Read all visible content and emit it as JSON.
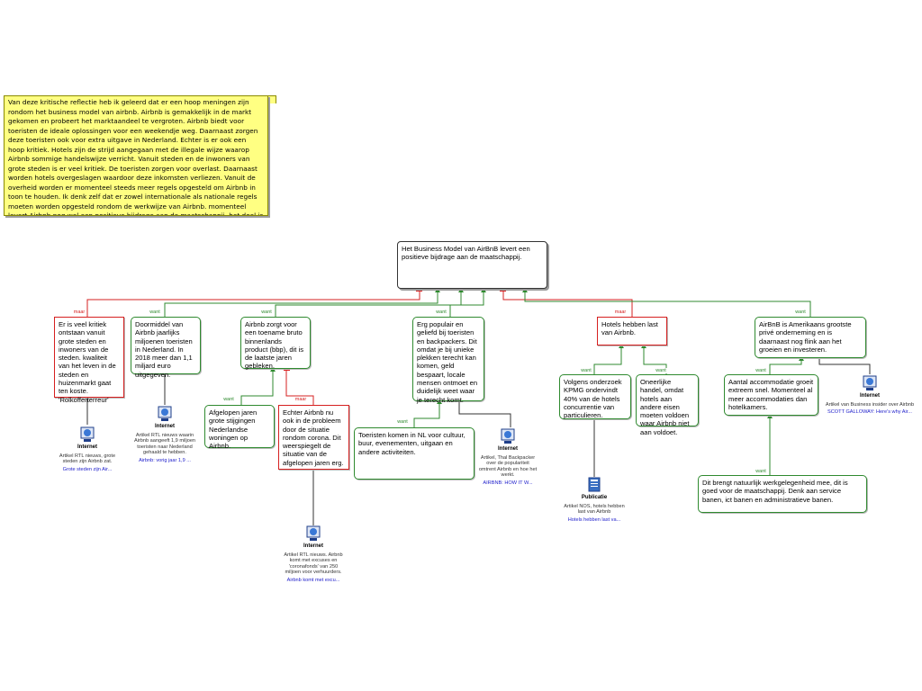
{
  "note": {
    "text": "Van deze kritische reflectie heb ik geleerd dat er een hoop meningen zijn rondom het business model van airbnb. Airbnb is gemakkelijk in de markt gekomen en probeert het marktaandeel te vergroten. Airbnb biedt voor toeristen de ideale oplossingen voor een weekendje weg. Daarnaast zorgen deze toeristen ook voor extra uitgave in Nederland. Echter is er ook een hoop kritiek. Hotels zijn de strijd aangegaan met de illegale wijze waarop Airbnb sommige handelswijze verricht. Vanuit steden en de inwoners van grote steden is er veel kritiek. De toeristen zorgen voor overlast. Daarnaast worden hotels overgeslagen waardoor deze inkomsten verliezen. Vanuit de overheid worden er momenteel steeds meer regels opgesteld om Airbnb in toon te houden. Ik denk zelf dat er zowel internationale als nationale regels moeten worden opgesteld rondom de werkwijze van Airbnb. momenteel levert Airbnb nog wel een positieve bijdrage aan de maatschappij, het doel is dit ook in de toekomst te behouden."
  },
  "root": {
    "text": "Het Business Model van AirBnB levert een positieve bijdrage aan de maatschappij."
  },
  "labels": {
    "want": "want",
    "maar": "maar"
  },
  "boxes": {
    "kritiek": "Er is veel kritiek ontstaan vanuit grote steden en inwoners van de steden. kwaliteit van het leven in de steden en huizenmarkt gaat ten koste. 'Rolkofferterreur'",
    "toeristen": "Doormiddel van Airbnb jaarlijks miljoenen toeristen in Nederland. In 2018 meer dan 1,1 miljard euro uitgegeven.",
    "bbp": "Airbnb zorgt voor een toename bruto binnenlands product (bbp), dit is de laatste jaren gebleken.",
    "stijging": "Afgelopen jaren grote stijgingen Nederlandse woningen op Airbnb.",
    "corona": "Echter Airbnb nu ook in de probleem door de situatie rondom corona. Dit weerspiegelt de situatie van de afgelopen jaren erg.",
    "populair": "Erg populair en geliefd bij toeristen en backpackers. Dit omdat je bij unieke plekken terecht kan komen, geld bespaart, locale mensen ontmoet en duidelijk weet waar je terecht komt.",
    "cultuur": "Toeristen komen in NL voor cultuur, buur, evenementen, uitgaan en andere activiteiten.",
    "hotels": "Hotels hebben last van Airbnb.",
    "kpmg": "Volgens onderzoek KPMG ondervindt 40% van de hotels concurrentie van particulieren.",
    "oneerlijk": "Oneerlijke handel, omdat hotels aan andere eisen moeten voldoen waar Airbnb niet aan voldoet.",
    "amerikaans": "AirBnB is Amerikaans grootste privé onderneming en is daarnaast nog flink aan het groeien en investeren.",
    "accommodatie": "Aantal accommodatie groeit extreem snel. Momenteel al meer accommodaties dan hotelkamers.",
    "werkgelegenheid": "Dit brengt natuurlijk werkgelegenheid mee, dit is goed voor de maatschappij. Denk aan service banen, ict banen en administratieve banen."
  },
  "sources": {
    "s1": {
      "type": "Internet",
      "desc": "Artikel RTL nieuws, grote steden zijn Airbnb zat.",
      "link": "Grote steden zijn Air..."
    },
    "s2": {
      "type": "Internet",
      "desc": "Artikel RTL nieuws waarin Airbnb aangeeft 1,9 miljoen toeristen naar Nederland gehaald te hebben.",
      "link": "Airbnb: vorig jaar 1,9 ..."
    },
    "s3": {
      "type": "Internet",
      "desc": "Artikel RTL nieuws. Airbnb komt met excuses en 'coronafonds' van 250 miljoen voor verhuurders.",
      "link": "Airbnb komt met excu..."
    },
    "s4": {
      "type": "Internet",
      "desc": "Artikel, Thal Backpacker over de populariteit omtrent Airbnb en hoe het werkt.",
      "link": "AIRBNB: HOW IT W..."
    },
    "s5": {
      "type": "Publicatie",
      "desc": "Artikel NOS, hotels hebben last van Airbnb",
      "link": "Hotels hebben last va..."
    },
    "s6": {
      "type": "Internet",
      "desc": "Artikel van Business insider over Airbnb",
      "link": "SCOTT GALLOWAY: Here's why Air..."
    }
  },
  "colors": {
    "green": "#2f8a2f",
    "red": "#d62020",
    "note_bg": "#ffff82",
    "link": "#2222cc"
  }
}
